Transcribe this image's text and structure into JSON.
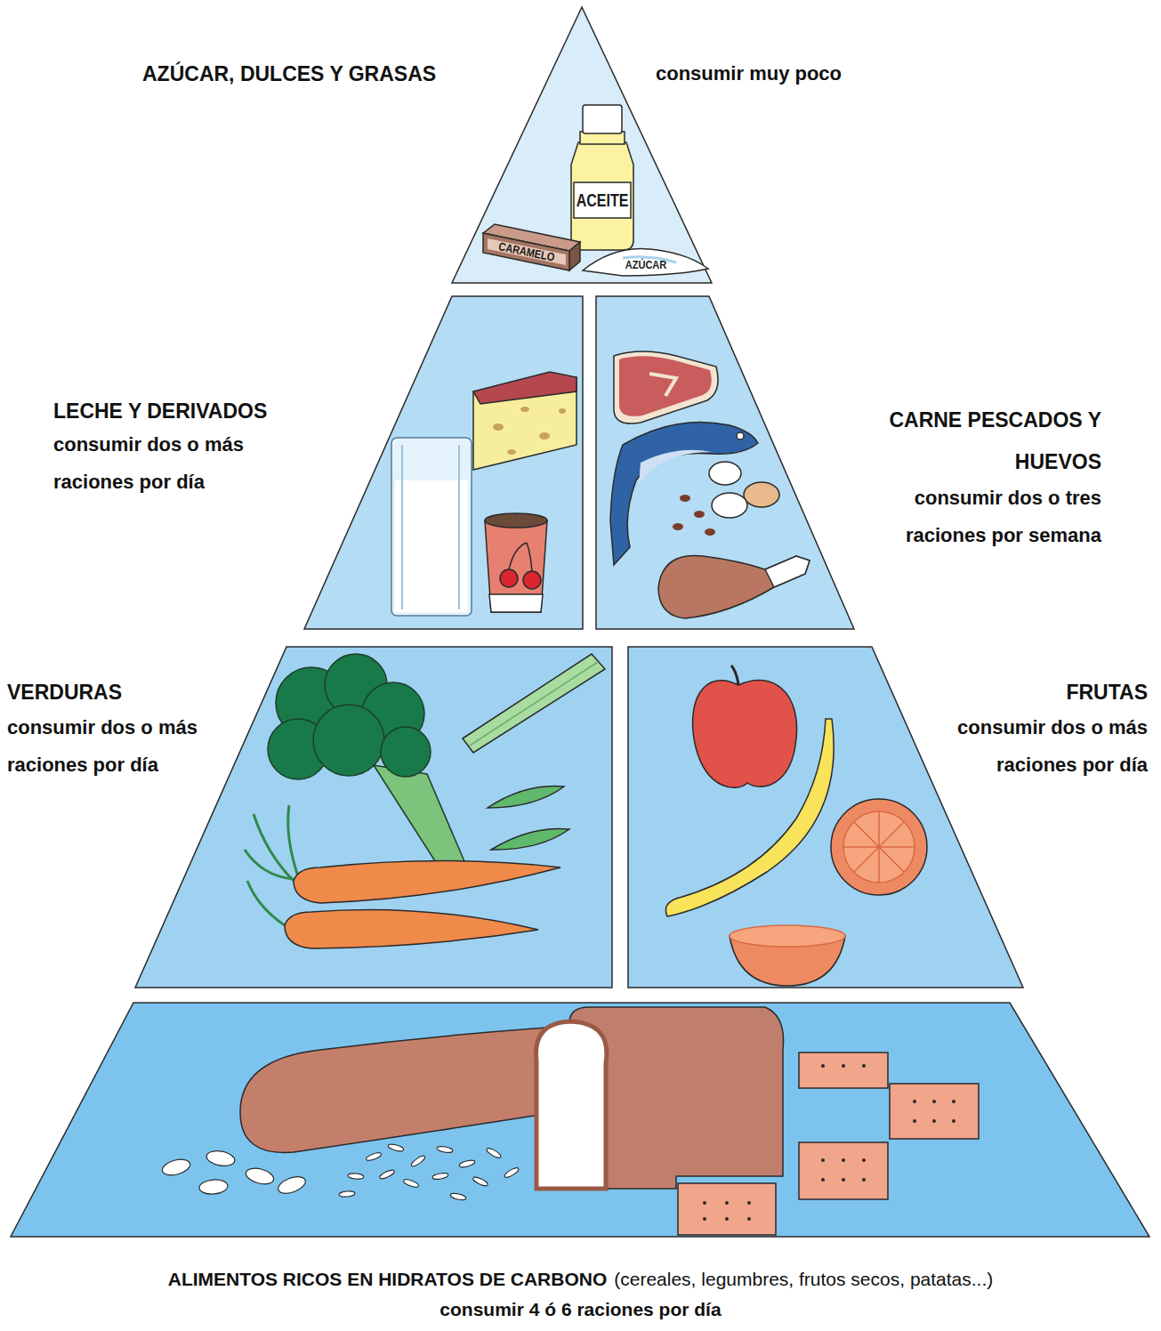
{
  "diagram": {
    "nodes": [
      {
        "text": [
          "AZÚCAR, DULCES Y GRASAS",
          "consumir muy poco"
        ]
      },
      {
        "text": [
          "LECHE Y DERIVADOS",
          "consumir dos o más raciones por día"
        ]
      },
      {
        "text": [
          "CARNE PESCADOS Y HUEVOS",
          "consumir dos o tres raciones por semana"
        ]
      },
      {
        "text": [
          "VERDURAS",
          "consumir dos o más raciones por día"
        ]
      },
      {
        "text": [
          "FRUTAS",
          "consumir dos o más raciones por día"
        ]
      },
      {
        "text": [
          "ALIMENTOS RICOS EN HIDRATOS DE CARBONO",
          "(cereales, legumbres, frutos secos, patatas...)",
          "consumir 4 ó 6 raciones por día"
        ]
      }
    ],
    "labels": [
      "ACEITE",
      "CARAMELO",
      "AZÚCAR"
    ]
  }
}
